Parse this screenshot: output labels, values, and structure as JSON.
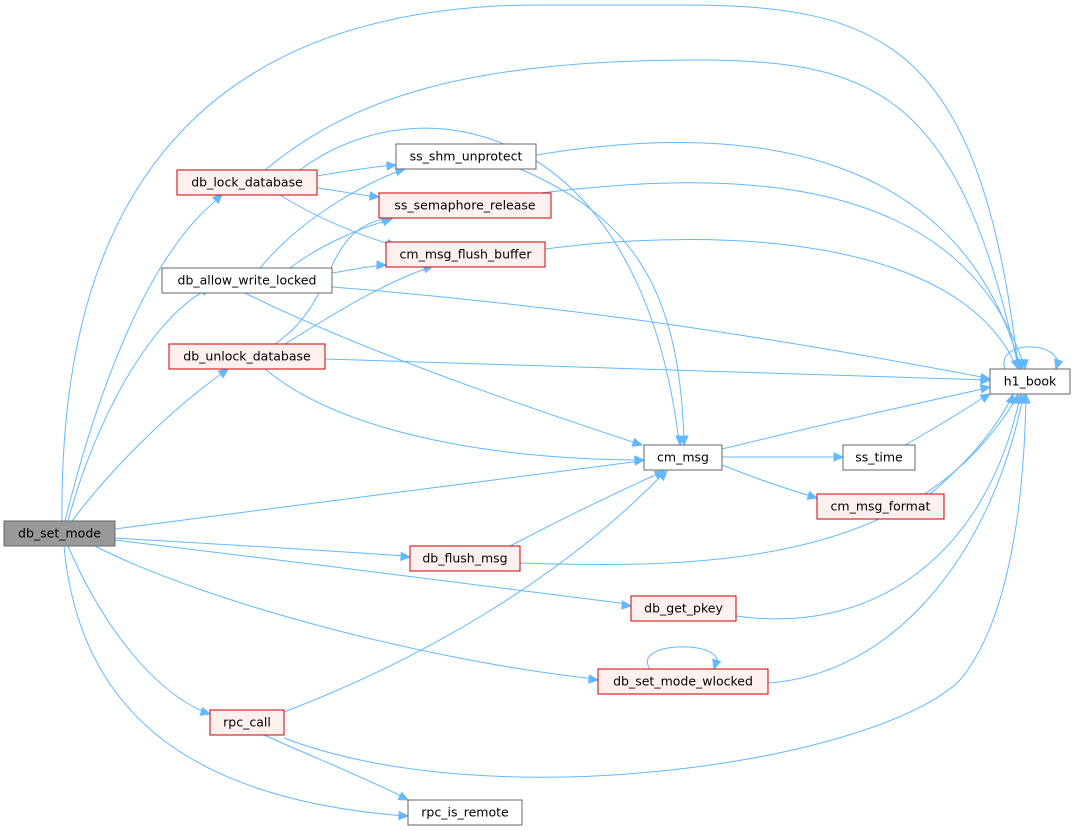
{
  "graph": {
    "colors": {
      "edge": "#63b8ff",
      "root_fill": "#999999",
      "root_stroke": "#666666",
      "plain_fill": "#ffffff",
      "plain_stroke": "#666666",
      "trunc_fill": "#fff0f0",
      "trunc_stroke": "#cc0000"
    },
    "nodes": {
      "db_set_mode": {
        "label": "db_set_mode",
        "style": "root"
      },
      "db_lock_database": {
        "label": "db_lock_database",
        "style": "truncated"
      },
      "db_allow_write_locked": {
        "label": "db_allow_write_locked",
        "style": "plain"
      },
      "db_unlock_database": {
        "label": "db_unlock_database",
        "style": "truncated"
      },
      "ss_shm_unprotect": {
        "label": "ss_shm_unprotect",
        "style": "plain"
      },
      "ss_semaphore_release": {
        "label": "ss_semaphore_release",
        "style": "truncated"
      },
      "cm_msg_flush_buffer": {
        "label": "cm_msg_flush_buffer",
        "style": "truncated"
      },
      "h1_book": {
        "label": "h1_book",
        "style": "plain"
      },
      "cm_msg": {
        "label": "cm_msg",
        "style": "plain"
      },
      "ss_time": {
        "label": "ss_time",
        "style": "plain"
      },
      "cm_msg_format": {
        "label": "cm_msg_format",
        "style": "truncated"
      },
      "db_flush_msg": {
        "label": "db_flush_msg",
        "style": "truncated"
      },
      "db_get_pkey": {
        "label": "db_get_pkey",
        "style": "truncated"
      },
      "db_set_mode_wlocked": {
        "label": "db_set_mode_wlocked",
        "style": "truncated"
      },
      "rpc_call": {
        "label": "rpc_call",
        "style": "truncated"
      },
      "rpc_is_remote": {
        "label": "rpc_is_remote",
        "style": "plain"
      }
    },
    "edges": [
      [
        "db_set_mode",
        "db_lock_database"
      ],
      [
        "db_set_mode",
        "db_allow_write_locked"
      ],
      [
        "db_set_mode",
        "db_unlock_database"
      ],
      [
        "db_set_mode",
        "h1_book"
      ],
      [
        "db_set_mode",
        "cm_msg"
      ],
      [
        "db_set_mode",
        "db_flush_msg"
      ],
      [
        "db_set_mode",
        "db_get_pkey"
      ],
      [
        "db_set_mode",
        "db_set_mode_wlocked"
      ],
      [
        "db_set_mode",
        "rpc_call"
      ],
      [
        "db_set_mode",
        "rpc_is_remote"
      ],
      [
        "db_lock_database",
        "ss_shm_unprotect"
      ],
      [
        "db_lock_database",
        "ss_semaphore_release"
      ],
      [
        "db_lock_database",
        "cm_msg_flush_buffer"
      ],
      [
        "db_lock_database",
        "cm_msg"
      ],
      [
        "db_lock_database",
        "h1_book"
      ],
      [
        "db_allow_write_locked",
        "ss_shm_unprotect"
      ],
      [
        "db_allow_write_locked",
        "ss_semaphore_release"
      ],
      [
        "db_allow_write_locked",
        "cm_msg_flush_buffer"
      ],
      [
        "db_allow_write_locked",
        "h1_book"
      ],
      [
        "db_allow_write_locked",
        "cm_msg"
      ],
      [
        "db_unlock_database",
        "ss_semaphore_release"
      ],
      [
        "db_unlock_database",
        "cm_msg_flush_buffer"
      ],
      [
        "db_unlock_database",
        "h1_book"
      ],
      [
        "db_unlock_database",
        "cm_msg"
      ],
      [
        "ss_shm_unprotect",
        "h1_book"
      ],
      [
        "ss_shm_unprotect",
        "cm_msg"
      ],
      [
        "ss_semaphore_release",
        "h1_book"
      ],
      [
        "cm_msg_flush_buffer",
        "h1_book"
      ],
      [
        "cm_msg",
        "h1_book"
      ],
      [
        "cm_msg",
        "ss_time"
      ],
      [
        "cm_msg",
        "cm_msg_format"
      ],
      [
        "ss_time",
        "h1_book"
      ],
      [
        "cm_msg_format",
        "h1_book"
      ],
      [
        "db_flush_msg",
        "cm_msg"
      ],
      [
        "db_flush_msg",
        "h1_book"
      ],
      [
        "db_get_pkey",
        "h1_book"
      ],
      [
        "db_set_mode_wlocked",
        "h1_book"
      ],
      [
        "db_set_mode_wlocked",
        "db_set_mode_wlocked"
      ],
      [
        "rpc_call",
        "cm_msg"
      ],
      [
        "rpc_call",
        "h1_book"
      ],
      [
        "rpc_call",
        "rpc_is_remote"
      ],
      [
        "h1_book",
        "h1_book"
      ]
    ]
  }
}
